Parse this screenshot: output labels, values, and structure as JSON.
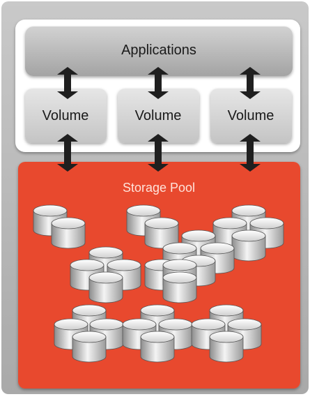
{
  "applications": {
    "label": "Applications"
  },
  "volumes": [
    {
      "label": "Volume"
    },
    {
      "label": "Volume"
    },
    {
      "label": "Volume"
    }
  ],
  "pool": {
    "label": "Storage Pool"
  },
  "colors": {
    "pool_fill": "#e84a2e",
    "frame_fill": "#b8b8b8",
    "upper_panel": "#ffffff",
    "box_fill": "#d3d3d3",
    "arrow": "#1f1f1f",
    "disk_light": "#f2f2f2",
    "disk_dark": "#8e8e8e"
  },
  "icons": {
    "arrow": "double-arrow-icon",
    "disk": "disk-cylinder-icon"
  }
}
